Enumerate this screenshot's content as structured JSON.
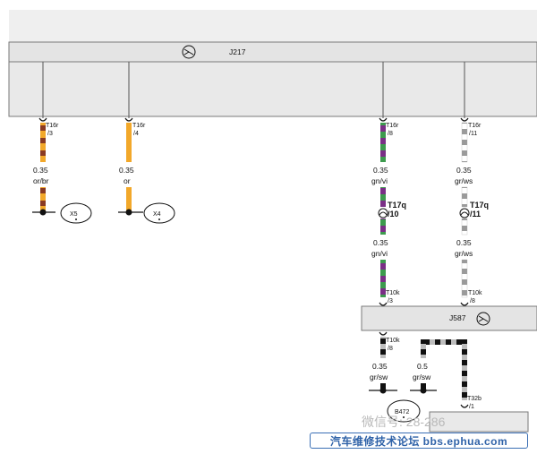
{
  "modules": {
    "top": {
      "label": "J217"
    },
    "lower": {
      "label": "J587"
    }
  },
  "wires": [
    {
      "pin": "T16r",
      "pin_no": "/3",
      "size": "0.35",
      "color_code": "or/br"
    },
    {
      "pin": "T16r",
      "pin_no": "/4",
      "size": "0.35",
      "color_code": "or"
    },
    {
      "pin": "T16r",
      "pin_no": "/8",
      "size": "0.35",
      "color_code": "gn/vi",
      "inline_pin": "T17q",
      "inline_pin_no": "/10",
      "size2": "0.35",
      "color_code2": "gn/vi",
      "pin3": "T10k",
      "pin3_no": "/3"
    },
    {
      "pin": "T16r",
      "pin_no": "/11",
      "size": "0.35",
      "color_code": "gr/ws",
      "inline_pin": "T17q",
      "inline_pin_no": "/11",
      "size2": "0.35",
      "color_code2": "gr/ws",
      "pin3": "T10k",
      "pin3_no": "/8"
    }
  ],
  "lower_wires": [
    {
      "pin": "T10k",
      "pin_no": "/8",
      "size": "0.35",
      "color_code": "gr/sw"
    },
    {
      "size": "0.5",
      "color_code": "gr/sw"
    }
  ],
  "connectors": {
    "x5": "X5",
    "x4": "X4",
    "b472": "B472"
  },
  "bottom_pin": {
    "pin": "T32b",
    "pin_no": "/1"
  },
  "watermark": "微信号: 28-286",
  "banner": "汽车维修技术论坛 bbs.ephua.com",
  "colors": {
    "orange": "#f2a82a",
    "brown": "#8a3a22",
    "green": "#3d9b4e",
    "violet": "#7a2f86",
    "grey": "#9a9a9a",
    "black": "#111111",
    "module_fill": "#e9e9e9",
    "module_border": "#7a7a7a"
  }
}
